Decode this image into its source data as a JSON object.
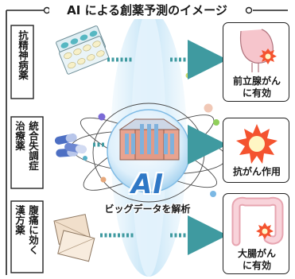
{
  "title": "AI による創薬予測のイメージ",
  "center": {
    "main": "AI",
    "subtitle": "ビッグデータを解析"
  },
  "inputs": [
    {
      "columns": [
        "抗精神病薬"
      ]
    },
    {
      "columns": [
        "治療薬",
        "統合失調症"
      ]
    },
    {
      "columns": [
        "漢方薬",
        "腹痛に効く"
      ]
    }
  ],
  "outputs": [
    {
      "lines": [
        "前立腺がん",
        "に有効"
      ]
    },
    {
      "lines": [
        "抗がん作用"
      ]
    },
    {
      "lines": [
        "大腸がん",
        "に有効"
      ]
    }
  ],
  "colors": {
    "frame": "#222222",
    "arrow": "#3f9aa0",
    "beam": "#c9e6f7",
    "ai_blue": "#2f78c6",
    "building": "#e8a390",
    "organ_pink": "#f6c5cc",
    "starburst": "#f4532f",
    "pill_teal": "#57b7c2",
    "capsule_blue": "#4d6fc3",
    "herb_paper": "#f1dfcb"
  },
  "icons": [
    "pill-blister-icon",
    "capsules-icon",
    "herbal-powder-packet-icon",
    "prostate-organ-icon",
    "starburst-icon",
    "colon-organ-icon",
    "hospital-building-icon"
  ]
}
